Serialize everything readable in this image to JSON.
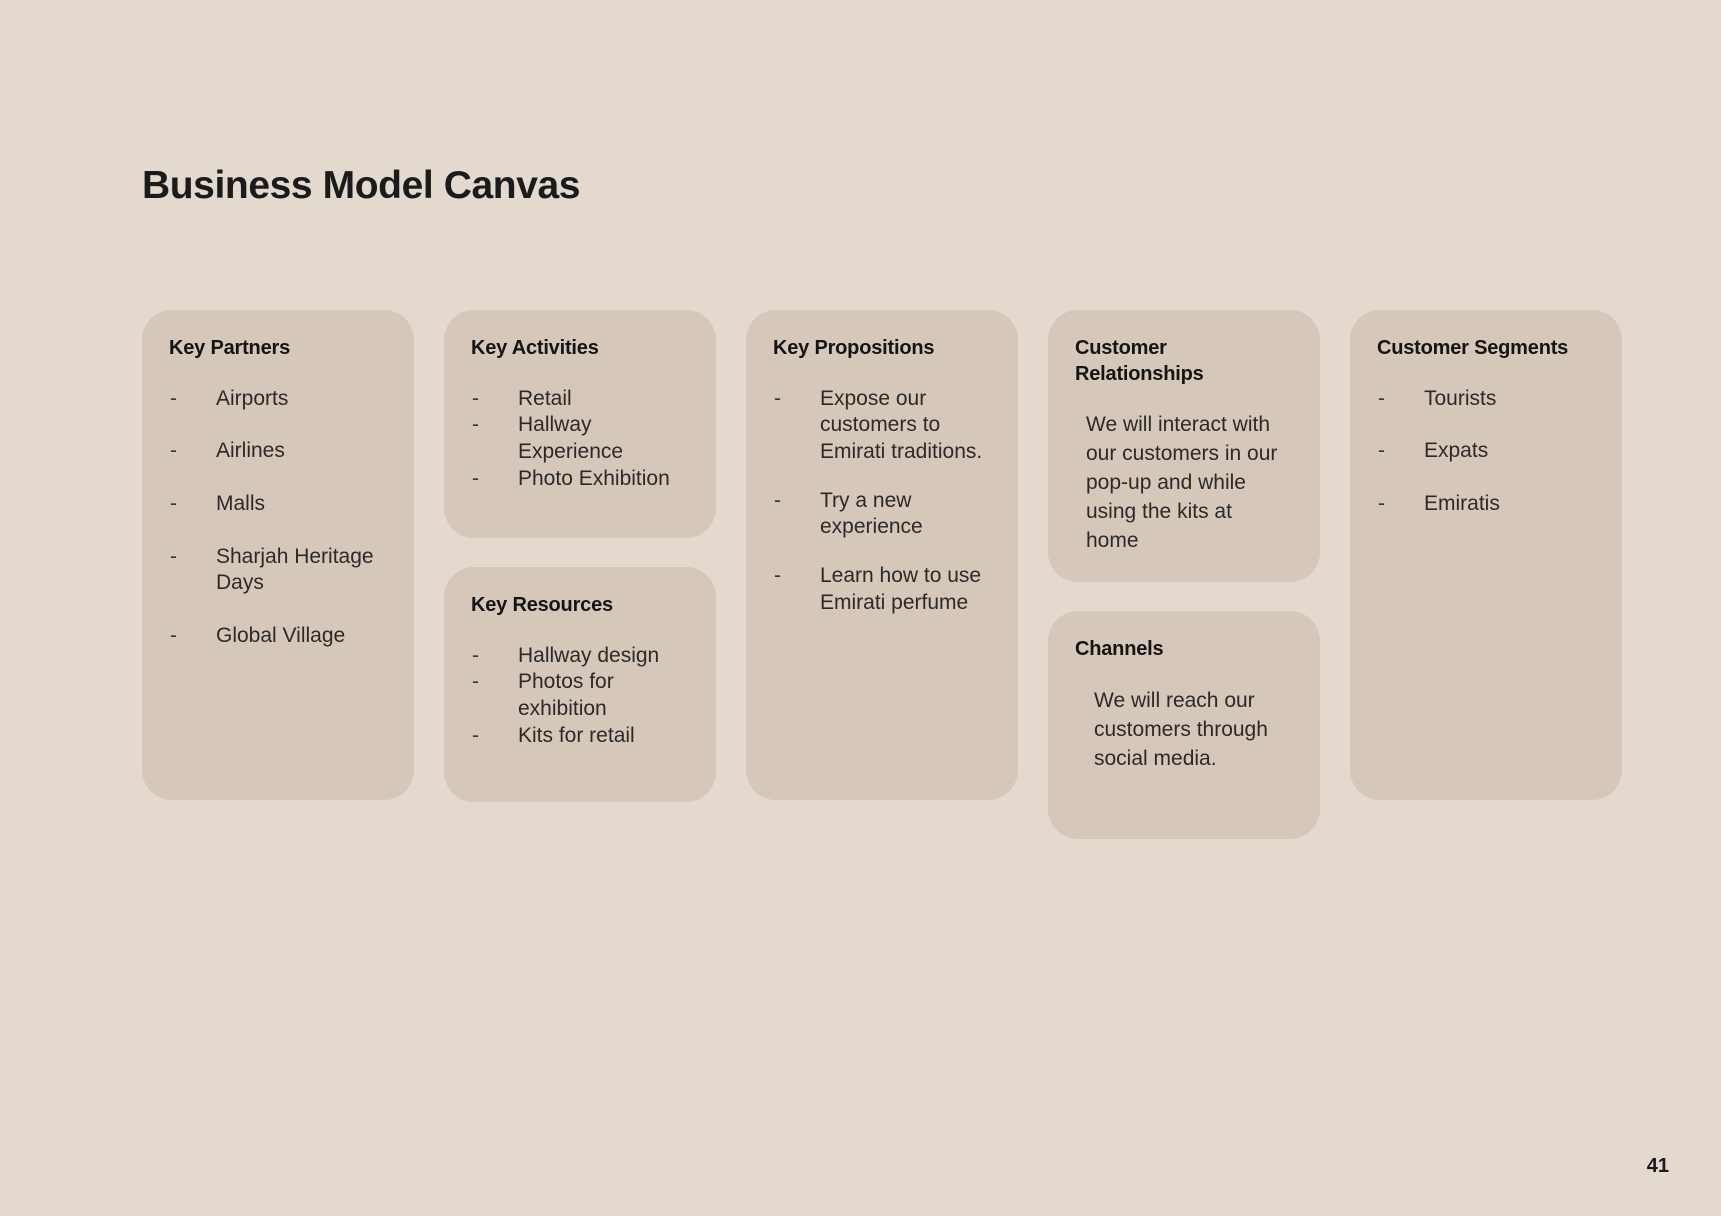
{
  "slide": {
    "title": "Business Model Canvas",
    "page_number": "41",
    "background_color": "#e3d9cf",
    "card_color": "#d5c7ba",
    "text_color": "#2c2a28",
    "heading_color": "#141414"
  },
  "columns": [
    {
      "cards": [
        {
          "title": "Key Partners",
          "type": "list",
          "items": [
            "Airports",
            "Airlines",
            "Malls",
            "Sharjah Heritage Days",
            "Global Village"
          ]
        }
      ]
    },
    {
      "cards": [
        {
          "title": "Key Activities",
          "type": "list",
          "items": [
            "Retail",
            "Hallway Experience",
            "Photo Exhibition"
          ]
        },
        {
          "title": "Key Resources",
          "type": "list",
          "items": [
            "Hallway design",
            "Photos for exhibition",
            "Kits for retail"
          ]
        }
      ]
    },
    {
      "cards": [
        {
          "title": "Key Propositions",
          "type": "list",
          "items": [
            "Expose our customers to Emirati traditions.",
            "Try a new experience",
            "Learn how to use Emirati perfume"
          ]
        }
      ]
    },
    {
      "cards": [
        {
          "title": "Customer Relationships",
          "type": "paragraph",
          "text": "We will interact with our customers in our pop-up and while using the kits at home"
        },
        {
          "title": "Channels",
          "type": "paragraph",
          "text": "We will reach our customers through social media."
        }
      ]
    },
    {
      "cards": [
        {
          "title": "Customer Segments",
          "type": "list",
          "items": [
            "Tourists",
            "Expats",
            "Emiratis"
          ]
        }
      ]
    }
  ],
  "bullet_glyph": "-"
}
